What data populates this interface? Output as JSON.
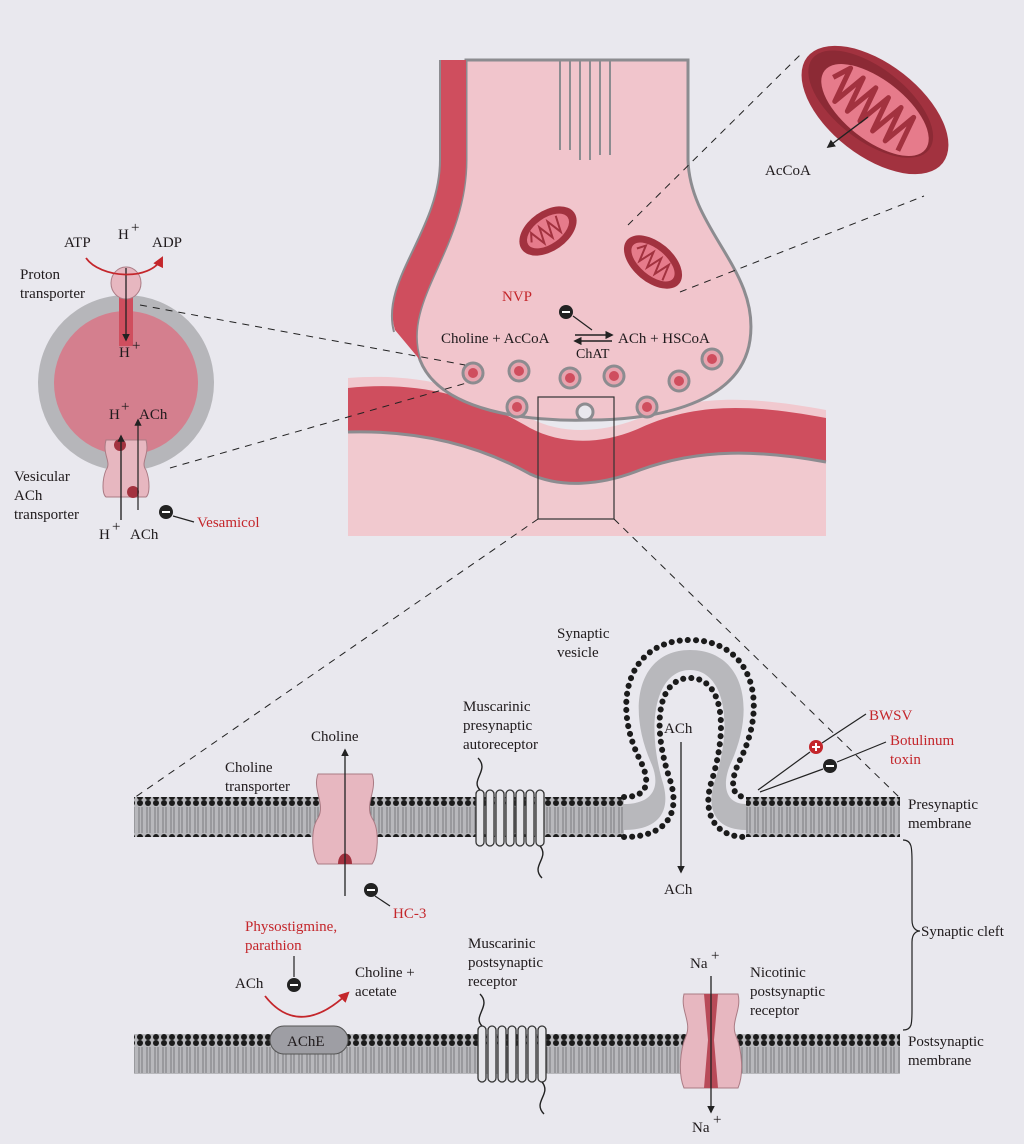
{
  "terminal": {
    "nvp": "NVP",
    "eq_left": "Choline + AcCoA",
    "eq_right": "ACh + HSCoA",
    "enzyme": "ChAT",
    "acoa": "AcCoA"
  },
  "vesicle_panel": {
    "atp": "ATP",
    "h_top": "H",
    "adp": "ADP",
    "proton_transporter_1": "Proton",
    "proton_transporter_2": "transporter",
    "h_inside": "H",
    "h_in2": "H",
    "ach_in": "ACh",
    "vat_1": "Vesicular",
    "vat_2": "ACh",
    "vat_3": "transporter",
    "h_out": "H",
    "ach_out": "ACh",
    "vesamicol": "Vesamicol",
    "plus": "+"
  },
  "synapse": {
    "synaptic_vesicle_1": "Synaptic",
    "synaptic_vesicle_2": "vesicle",
    "ach_release_top": "ACh",
    "ach_release_bottom": "ACh",
    "bwsv": "BWSV",
    "botulinum_1": "Botulinum",
    "botulinum_2": "toxin",
    "presyn_1": "Presynaptic",
    "presyn_2": "membrane",
    "cleft": "Synaptic cleft",
    "postsyn_1": "Postsynaptic",
    "postsyn_2": "membrane",
    "choline": "Choline",
    "choline_tr_1": "Choline",
    "choline_tr_2": "transporter",
    "hc3": "HC-3",
    "musc_pre_1": "Muscarinic",
    "musc_pre_2": "presynaptic",
    "musc_pre_3": "autoreceptor",
    "physo_1": "Physostigmine,",
    "physo_2": "parathion",
    "ach_ache": "ACh",
    "choline_plus": "Choline +",
    "acetate": "acetate",
    "ache": "AChE",
    "musc_post_1": "Muscarinic",
    "musc_post_2": "postsynaptic",
    "musc_post_3": "receptor",
    "na_top": "Na",
    "na_bottom": "Na",
    "nic_1": "Nicotinic",
    "nic_2": "postsynaptic",
    "nic_3": "receptor",
    "plus": "+"
  }
}
